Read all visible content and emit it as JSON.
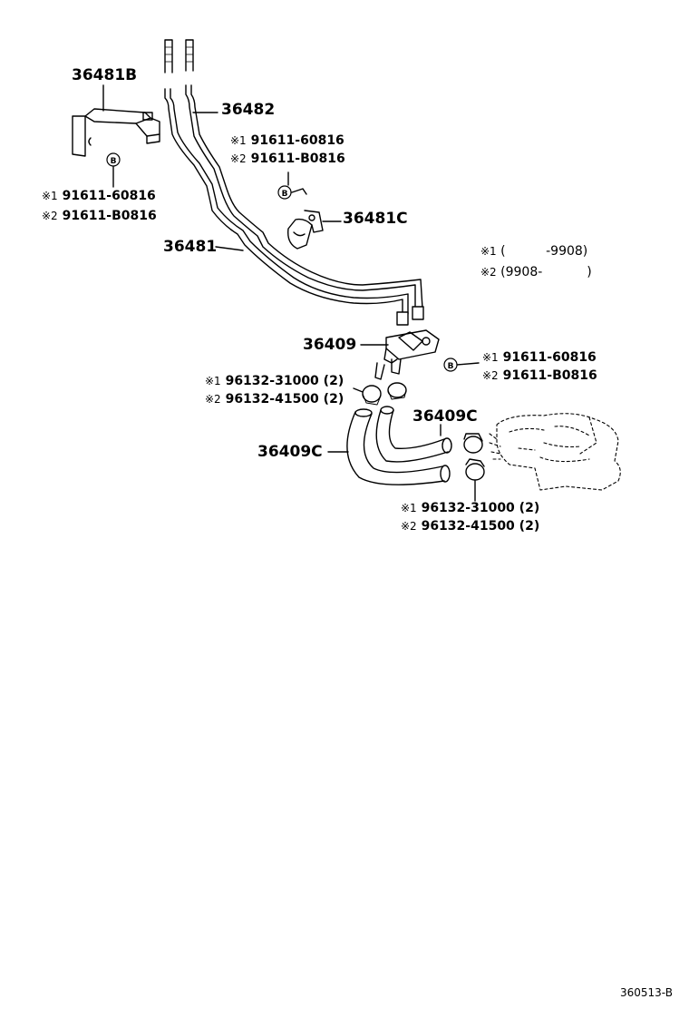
{
  "part_labels": {
    "p36481B": "36481B",
    "p36482": "36482",
    "p36481C": "36481C",
    "p36481": "36481",
    "p36409": "36409",
    "p36409C_right": "36409C",
    "p36409C_left": "36409C"
  },
  "bolt_symbol": "B",
  "refs": {
    "top_right_1": {
      "mark": "※1",
      "text": "91611-60816"
    },
    "top_right_2": {
      "mark": "※2",
      "text": "91611-B0816"
    },
    "left_1": {
      "mark": "※1",
      "text": "91611-60816"
    },
    "left_2": {
      "mark": "※2",
      "text": "91611-B0816"
    },
    "mid_right_1": {
      "mark": "※1",
      "text": "91611-60816"
    },
    "mid_right_2": {
      "mark": "※2",
      "text": "91611-B0816"
    },
    "clamp_upper_1": {
      "mark": "※1",
      "text": "96132-31000 (2)"
    },
    "clamp_upper_2": {
      "mark": "※2",
      "text": "96132-41500 (2)"
    },
    "clamp_lower_1": {
      "mark": "※1",
      "text": "96132-31000 (2)"
    },
    "clamp_lower_2": {
      "mark": "※2",
      "text": "96132-41500 (2)"
    }
  },
  "legend": [
    {
      "mark": "※1",
      "text": "(          -9908)"
    },
    {
      "mark": "※2",
      "text": "(9908-           )"
    }
  ],
  "figure_code": "360513-B"
}
